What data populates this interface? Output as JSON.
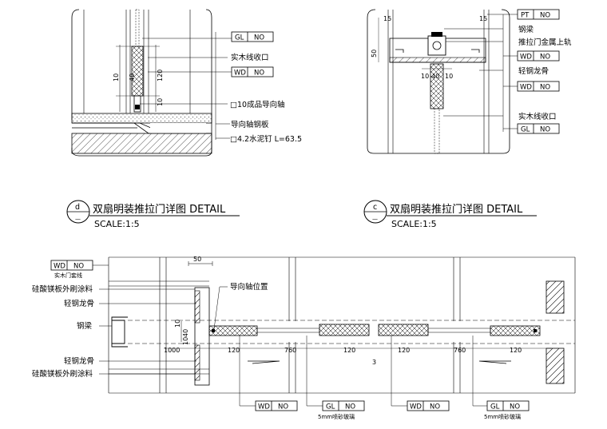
{
  "detail_d": {
    "tags": {
      "gl": "GL",
      "gl_no": "NO",
      "wd": "WD",
      "wd_no": "NO"
    },
    "labels": {
      "wood_trim": "实木线收口",
      "guide_shaft": "□10成品导向轴",
      "guide_plate": "导向轴钢板",
      "cement_nail": "□4.2水泥钉  L=63.5"
    },
    "dims": {
      "d10": "10",
      "d40": "40",
      "d120": "120",
      "d10b": "10"
    },
    "title": {
      "letter": "d",
      "sheet": "—",
      "name": "双扇明装推拉门详图  DETAIL",
      "scale": "SCALE:1:5"
    }
  },
  "detail_c": {
    "tags": {
      "pt": "PT",
      "pt_no": "NO",
      "wd1": "WD",
      "wd1_no": "NO",
      "wd2": "WD",
      "wd2_no": "NO",
      "gl": "GL",
      "gl_no": "NO"
    },
    "labels": {
      "steel_beam": "钢梁",
      "metal_rail": "推拉门金属上轨",
      "light_keel": "轻钢龙骨",
      "wood_trim": "实木线收口"
    },
    "dims": {
      "d15a": "15",
      "d15b": "15",
      "d50": "50",
      "d10a": "10",
      "d40": "40",
      "d10b": "10"
    },
    "title": {
      "letter": "c",
      "sheet": "—",
      "name": "双扇明装推拉门详图  DETAIL",
      "scale": "SCALE:1:5"
    }
  },
  "plan": {
    "top_tag": {
      "code": "WD",
      "no": "NO",
      "note": "实木门套线"
    },
    "labels": {
      "calcium_board_top": "硅酸镁板外刷涂料",
      "light_keel_top": "轻钢龙骨",
      "steel_beam": "钢梁",
      "light_keel_bottom": "轻钢龙骨",
      "calcium_board_bottom": "硅酸镁板外刷涂料",
      "guide_position": "导向轴位置"
    },
    "dims": {
      "d50": "50",
      "d10a": "10",
      "d40": "40",
      "d10b": "10",
      "d1000": "1000",
      "d120a": "120",
      "d760a": "760",
      "d120b": "120",
      "d120c": "120",
      "d760b": "760",
      "d120d": "120",
      "d3": "3"
    },
    "bottom_tags": [
      {
        "code": "WD",
        "no": "NO",
        "note": ""
      },
      {
        "code": "GL",
        "no": "NO",
        "note": "5mm喷砂玻璃"
      },
      {
        "code": "WD",
        "no": "NO",
        "note": ""
      },
      {
        "code": "GL",
        "no": "NO",
        "note": "5mm喷砂玻璃"
      }
    ]
  }
}
